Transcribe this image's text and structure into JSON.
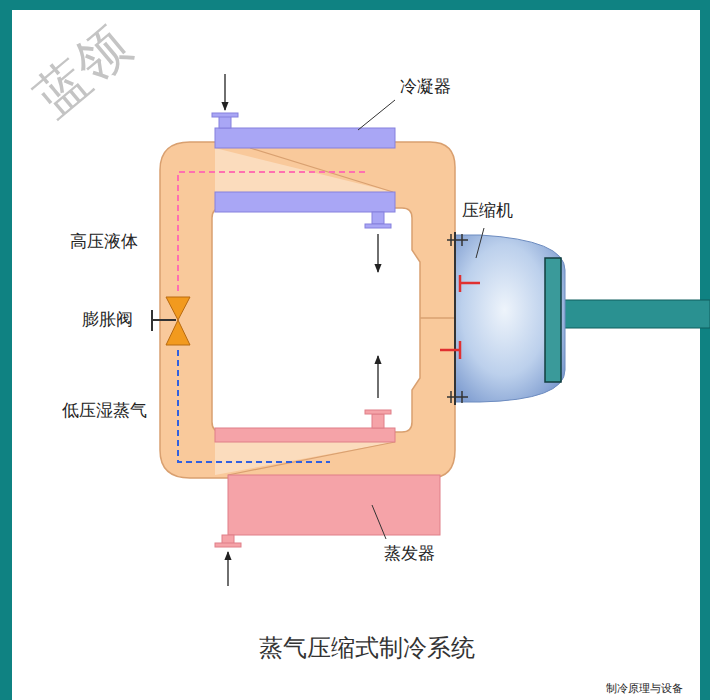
{
  "diagram": {
    "caption": "蒸气压缩式制冷系统",
    "labels": [
      "蓝领",
      "冷凝器",
      "压缩机",
      "高压液体",
      "膨胀阀",
      "低压湿蒸气",
      "蒸发器",
      "制冷原理与设备"
    ]
  }
}
